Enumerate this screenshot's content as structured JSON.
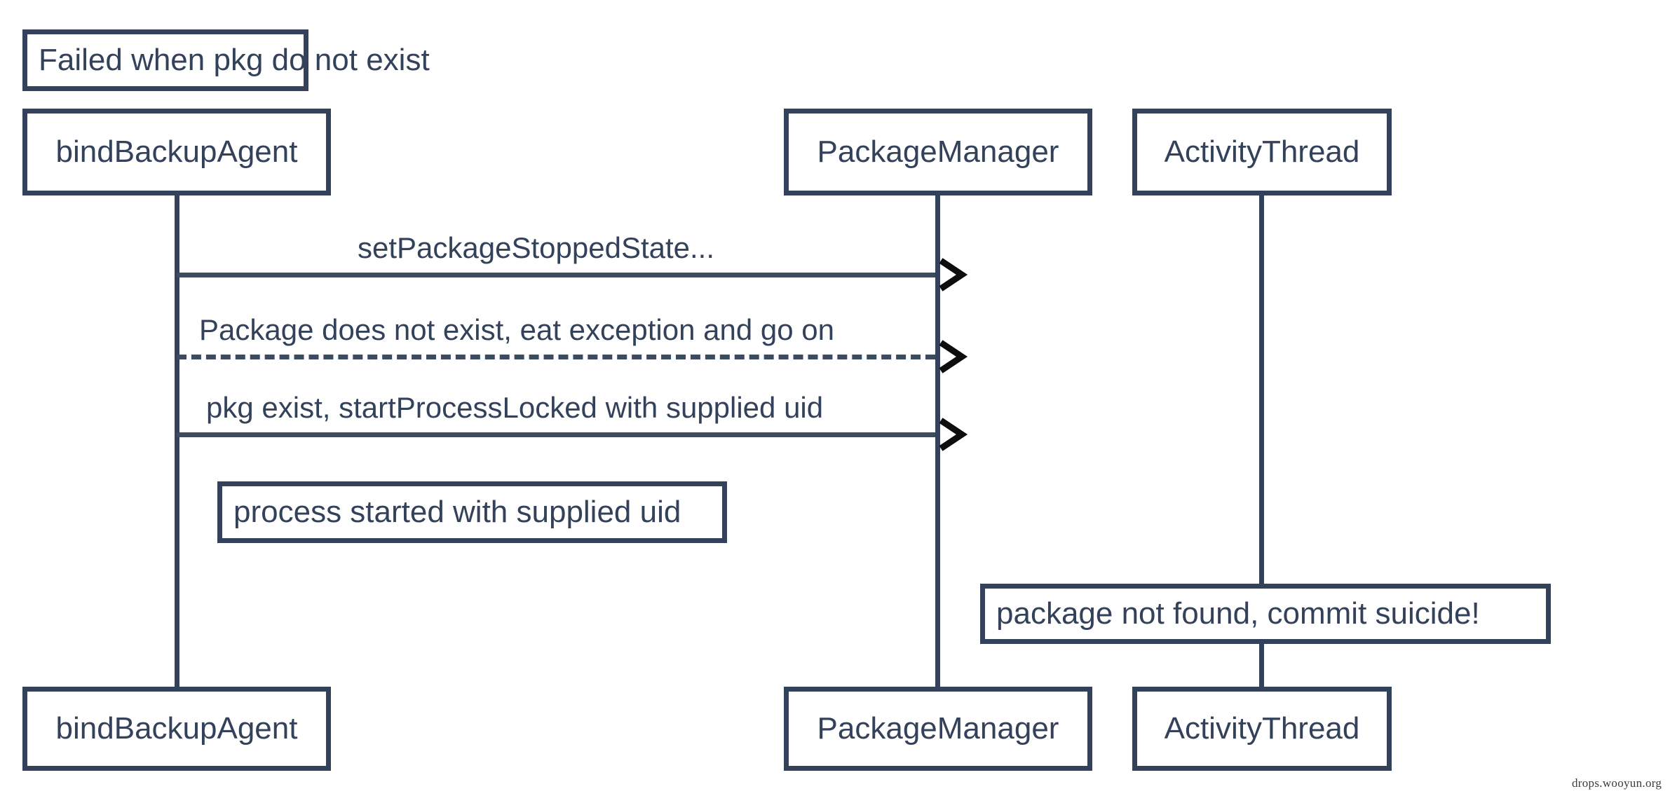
{
  "diagram": {
    "type": "uml-sequence-diagram",
    "title": "Failed when pkg do not exist",
    "accent_color": "#33425a",
    "line_color": "#3d4b5f",
    "arrowhead_color": "#0d0d0d",
    "background_color": "#ffffff",
    "participants": [
      {
        "id": "bindBackupAgent",
        "label": "bindBackupAgent"
      },
      {
        "id": "PackageManager",
        "label": "PackageManager"
      },
      {
        "id": "ActivityThread",
        "label": "ActivityThread"
      }
    ],
    "messages": [
      {
        "label": "setPackageStoppedState...",
        "from": "bindBackupAgent",
        "to": "PackageManager",
        "style": "solid",
        "direction": "right"
      },
      {
        "label": "Package does not exist, eat exception and go on",
        "from": "bindBackupAgent",
        "to": "PackageManager",
        "style": "dashed",
        "direction": "right"
      },
      {
        "label": "pkg exist, startProcessLocked with supplied uid",
        "from": "bindBackupAgent",
        "to": "PackageManager",
        "style": "solid",
        "direction": "right"
      }
    ],
    "notes": [
      {
        "id": "note-process-started",
        "label": "process started with supplied uid"
      },
      {
        "id": "note-package-not-found",
        "label": "package not found, commit suicide!"
      }
    ],
    "footer_labels": [
      {
        "id": "bindBackupAgent",
        "label": "bindBackupAgent"
      },
      {
        "id": "PackageManager",
        "label": "PackageManager"
      },
      {
        "id": "ActivityThread",
        "label": "ActivityThread"
      }
    ],
    "watermark": "drops.wooyun.org"
  }
}
